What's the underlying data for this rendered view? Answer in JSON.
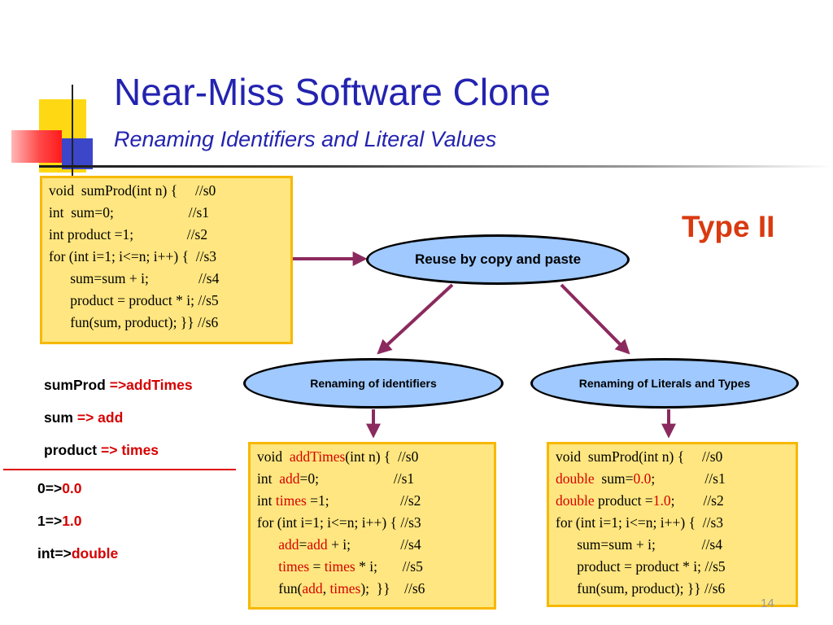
{
  "slide": {
    "title": "Near-Miss Software Clone",
    "subtitle": "Renaming Identifiers and Literal Values",
    "type_label": "Type II",
    "page_number": "14"
  },
  "colors": {
    "title": "#2323b0",
    "type_label": "#d93a10",
    "code_box_fill": "#ffe680",
    "code_box_border": "#f7b800",
    "oval_fill": "#9fc9ff",
    "arrow": "#8b2a5e",
    "highlight": "#d60000"
  },
  "original_code": [
    "void  sumProd(int n) {     //s0",
    "int  sum=0;                     //s1",
    "int product =1;               //s2",
    "for (int i=1; i<=n; i++) {  //s3",
    "      sum=sum + i;              //s4",
    "      product = product * i; //s5",
    "      fun(sum, product); }} //s6"
  ],
  "ovals": {
    "reuse": "Reuse by copy and paste",
    "rename_identifiers": "Renaming of identifiers",
    "rename_literals": "Renaming of Literals and Types"
  },
  "identifier_mappings": [
    {
      "from": "sumProd ",
      "arrow": "=>",
      "to": "addTimes"
    },
    {
      "from": "sum ",
      "arrow": "=>",
      "to": " add"
    },
    {
      "from": "product ",
      "arrow": "=>",
      "to": " times"
    }
  ],
  "literal_mappings": [
    {
      "from": "0=>",
      "to": "0.0"
    },
    {
      "from": "1=>",
      "to": "1.0"
    },
    {
      "from": "int=>",
      "to": "double"
    }
  ],
  "identifiers_code": [
    [
      {
        "t": "void  "
      },
      {
        "t": "addTimes",
        "r": true
      },
      {
        "t": "(int n) {  //s0"
      }
    ],
    [
      {
        "t": "int  "
      },
      {
        "t": "add",
        "r": true
      },
      {
        "t": "=0;                     //s1"
      }
    ],
    [
      {
        "t": "int "
      },
      {
        "t": "times",
        "r": true
      },
      {
        "t": " =1;                    //s2"
      }
    ],
    [
      {
        "t": "for (int i=1; i<=n; i++) { //s3"
      }
    ],
    [
      {
        "t": "      "
      },
      {
        "t": "add",
        "r": true
      },
      {
        "t": "="
      },
      {
        "t": "add",
        "r": true
      },
      {
        "t": " + i;              //s4"
      }
    ],
    [
      {
        "t": "      "
      },
      {
        "t": "times",
        "r": true
      },
      {
        "t": " = "
      },
      {
        "t": "times",
        "r": true
      },
      {
        "t": " * i;       //s5"
      }
    ],
    [
      {
        "t": "      fun("
      },
      {
        "t": "add",
        "r": true
      },
      {
        "t": ", "
      },
      {
        "t": "times",
        "r": true
      },
      {
        "t": ");  }}    //s6"
      }
    ]
  ],
  "literals_code": [
    [
      {
        "t": "void  sumProd(int n) {     //s0"
      }
    ],
    [
      {
        "t": "double",
        "r": true
      },
      {
        "t": "  sum="
      },
      {
        "t": "0.0",
        "r": true
      },
      {
        "t": ";              //s1"
      }
    ],
    [
      {
        "t": "double",
        "r": true
      },
      {
        "t": " product ="
      },
      {
        "t": "1.0",
        "r": true
      },
      {
        "t": ";        //s2"
      }
    ],
    [
      {
        "t": "for (int i=1; i<=n; i++) {  //s3"
      }
    ],
    [
      {
        "t": "      sum=sum + i;             //s4"
      }
    ],
    [
      {
        "t": "      product = product * i; //s5"
      }
    ],
    [
      {
        "t": "      fun(sum, product); }} //s6"
      }
    ]
  ]
}
